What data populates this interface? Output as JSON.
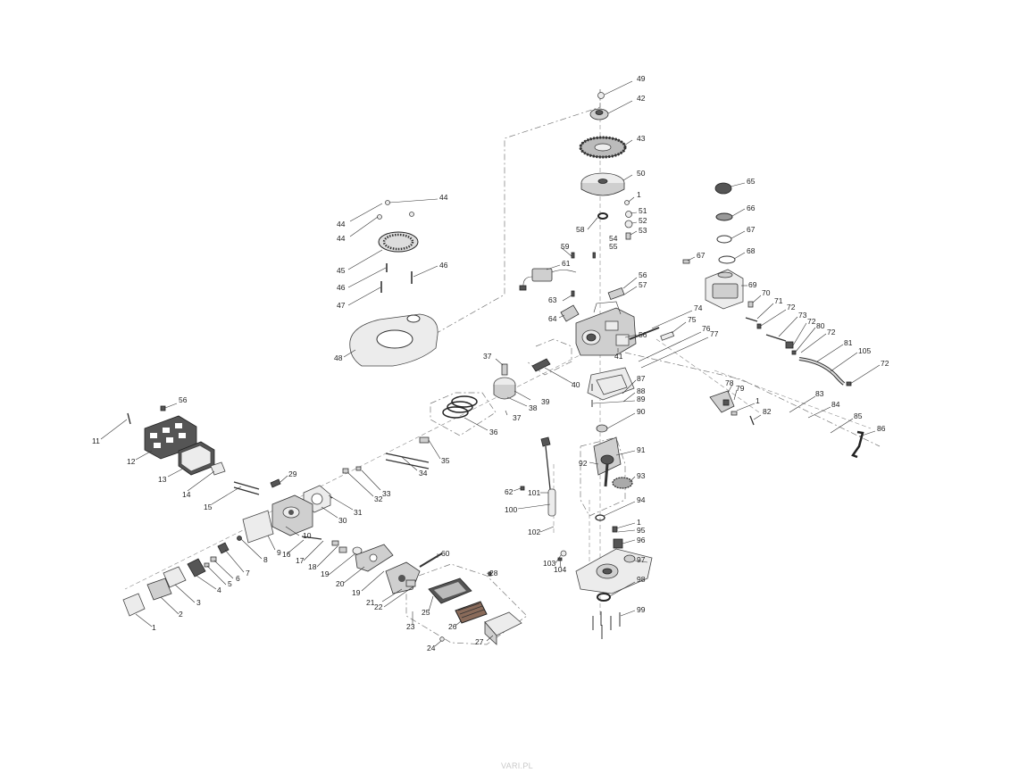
{
  "watermark": "VARI.PL",
  "callouts": [
    "49",
    "42",
    "43",
    "50",
    "1",
    "51",
    "52",
    "53",
    "54",
    "55",
    "58",
    "59",
    "61",
    "56",
    "57",
    "63",
    "64",
    "74",
    "75",
    "76",
    "77",
    "56",
    "41",
    "37",
    "39",
    "40",
    "38",
    "37",
    "65",
    "66",
    "67",
    "68",
    "67",
    "69",
    "70",
    "71",
    "72",
    "73",
    "72",
    "80",
    "72",
    "81",
    "105",
    "72",
    "44",
    "44",
    "44",
    "45",
    "46",
    "46",
    "47",
    "48",
    "87",
    "88",
    "89",
    "90",
    "78",
    "79",
    "1",
    "82",
    "83",
    "84",
    "85",
    "86",
    "56",
    "11",
    "12",
    "13",
    "14",
    "15",
    "36",
    "35",
    "34",
    "29",
    "33",
    "32",
    "31",
    "30",
    "91",
    "92",
    "93",
    "94",
    "62",
    "101",
    "100",
    "1",
    "95",
    "96",
    "97",
    "102",
    "103",
    "104",
    "98",
    "99",
    "10",
    "9",
    "8",
    "16",
    "17",
    "18",
    "19",
    "20",
    "60",
    "28",
    "7",
    "6",
    "5",
    "4",
    "3",
    "2",
    "1",
    "19",
    "21",
    "22",
    "25",
    "23",
    "26",
    "27",
    "24"
  ],
  "icons": [
    "assembly-drawing"
  ]
}
